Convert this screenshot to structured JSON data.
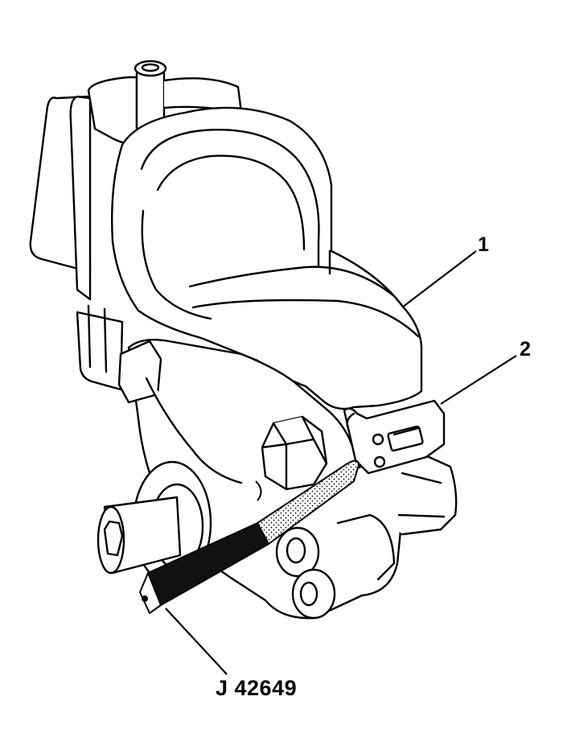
{
  "diagram": {
    "callouts": {
      "pump_label": "1",
      "bracket_label": "2",
      "tool_label": "J 42649"
    },
    "colors": {
      "line": "#000000",
      "fill": "#ffffff",
      "strap_dark": "#111111",
      "strap_dots": "#000000"
    }
  }
}
